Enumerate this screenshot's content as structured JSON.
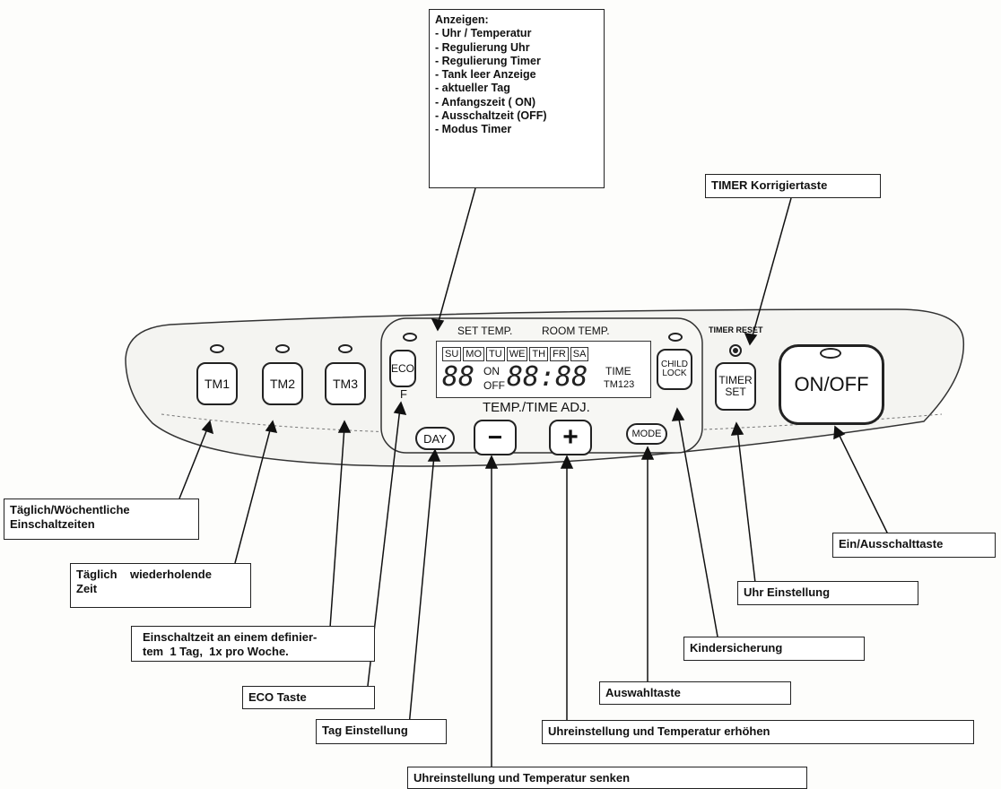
{
  "callouts": {
    "display": {
      "title": "Anzeigen:",
      "items": [
        "Uhr / Temperatur",
        "Regulierung Uhr",
        "Regulierung Timer",
        "Tank leer Anzeige",
        "aktueller Tag",
        "Anfangszeit ( ON)",
        "Ausschaltzeit (OFF)",
        "Modus Timer"
      ]
    },
    "timer_correct": "TIMER Korrigiertaste",
    "tm1_line1": "Täglich/Wöchentliche",
    "tm1_line2": "Einschaltzeiten",
    "tm2_line1": "Täglich    wiederholende",
    "tm2_line2": "Zeit",
    "tm3_line1": "Einschaltzeit an einem definier-",
    "tm3_line2": "tem  1 Tag,  1x pro Woche.",
    "eco": "ECO Taste",
    "day": "Tag Einstellung",
    "minus": "Uhreinstellung und Temperatur senken",
    "plus": "Uhreinstellung und Temperatur erhöhen",
    "mode": "Auswahltaste",
    "child_lock": "Kindersicherung",
    "timer_set": "Uhr Einstellung",
    "onoff": "Ein/Ausschalttaste"
  },
  "panel": {
    "set_temp": "SET TEMP.",
    "room_temp": "ROOM TEMP.",
    "days": [
      "SU",
      "MO",
      "TU",
      "WE",
      "TH",
      "FR",
      "SA"
    ],
    "digits_left": "88",
    "digits_right": "88:88",
    "on": "ON",
    "off": "OFF",
    "time": "TIME",
    "tm123": "TM123",
    "adj_label": "TEMP./TIME ADJ.",
    "timer_reset": "TIMER RESET",
    "eco_f": "F",
    "buttons": {
      "tm1": "TM1",
      "tm2": "TM2",
      "tm3": "TM3",
      "eco": "ECO",
      "day": "DAY",
      "minus": "−",
      "plus": "+",
      "mode": "MODE",
      "child_lock_1": "CHILD",
      "child_lock_2": "LOCK",
      "timer_set_1": "TIMER",
      "timer_set_2": "SET",
      "onoff": "ON/OFF"
    }
  }
}
